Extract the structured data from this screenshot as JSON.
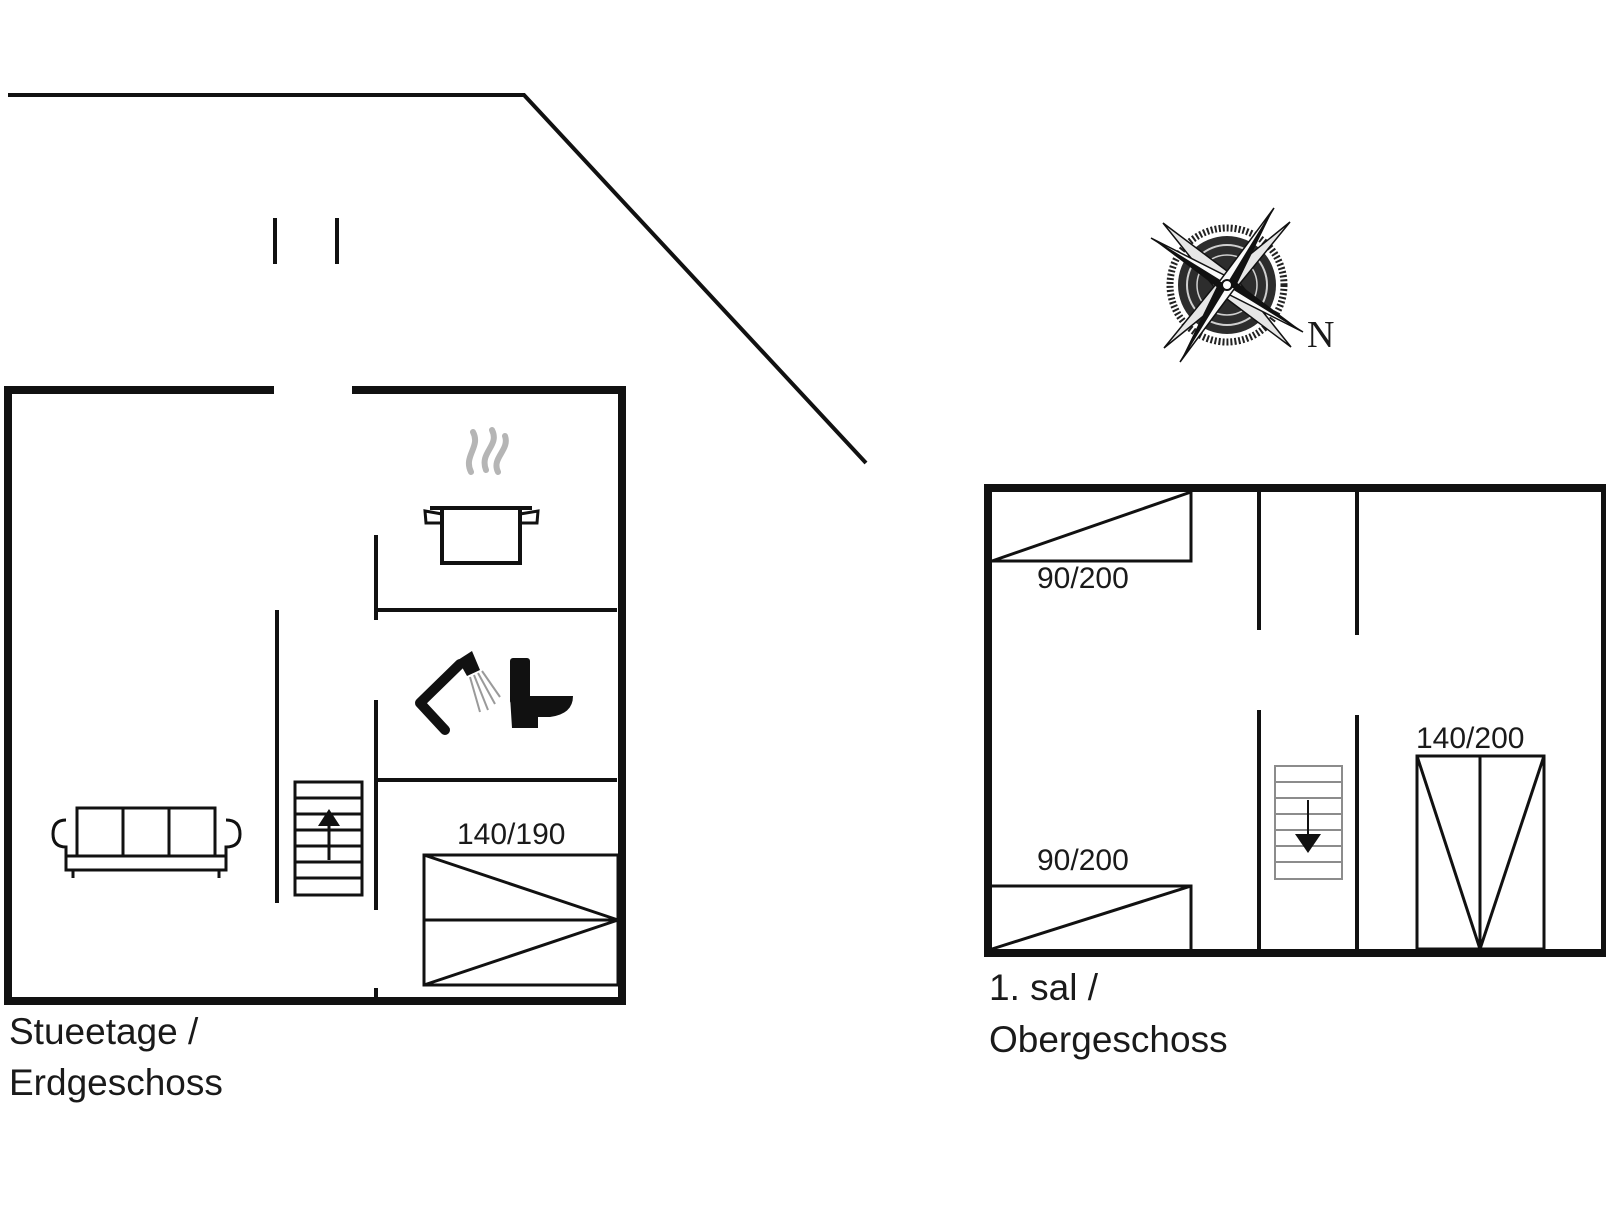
{
  "ground_floor": {
    "label_line1": "Stueetage /",
    "label_line2": "Erdgeschoss",
    "bed_size": "140/190"
  },
  "upper_floor": {
    "label_line1": "1. sal /",
    "label_line2": "Obergeschoss",
    "bed_top_left": "90/200",
    "bed_bottom_left": "90/200",
    "bed_right": "140/200"
  },
  "compass": {
    "north_label": "N"
  },
  "icons": {
    "kitchen": "cooking-pot-icon",
    "shower": "shower-icon",
    "toilet": "toilet-icon",
    "sofa": "sofa-icon",
    "stairs_up": "stairs-up-icon",
    "stairs_down": "stairs-down-icon",
    "compass": "compass-rose-icon"
  }
}
